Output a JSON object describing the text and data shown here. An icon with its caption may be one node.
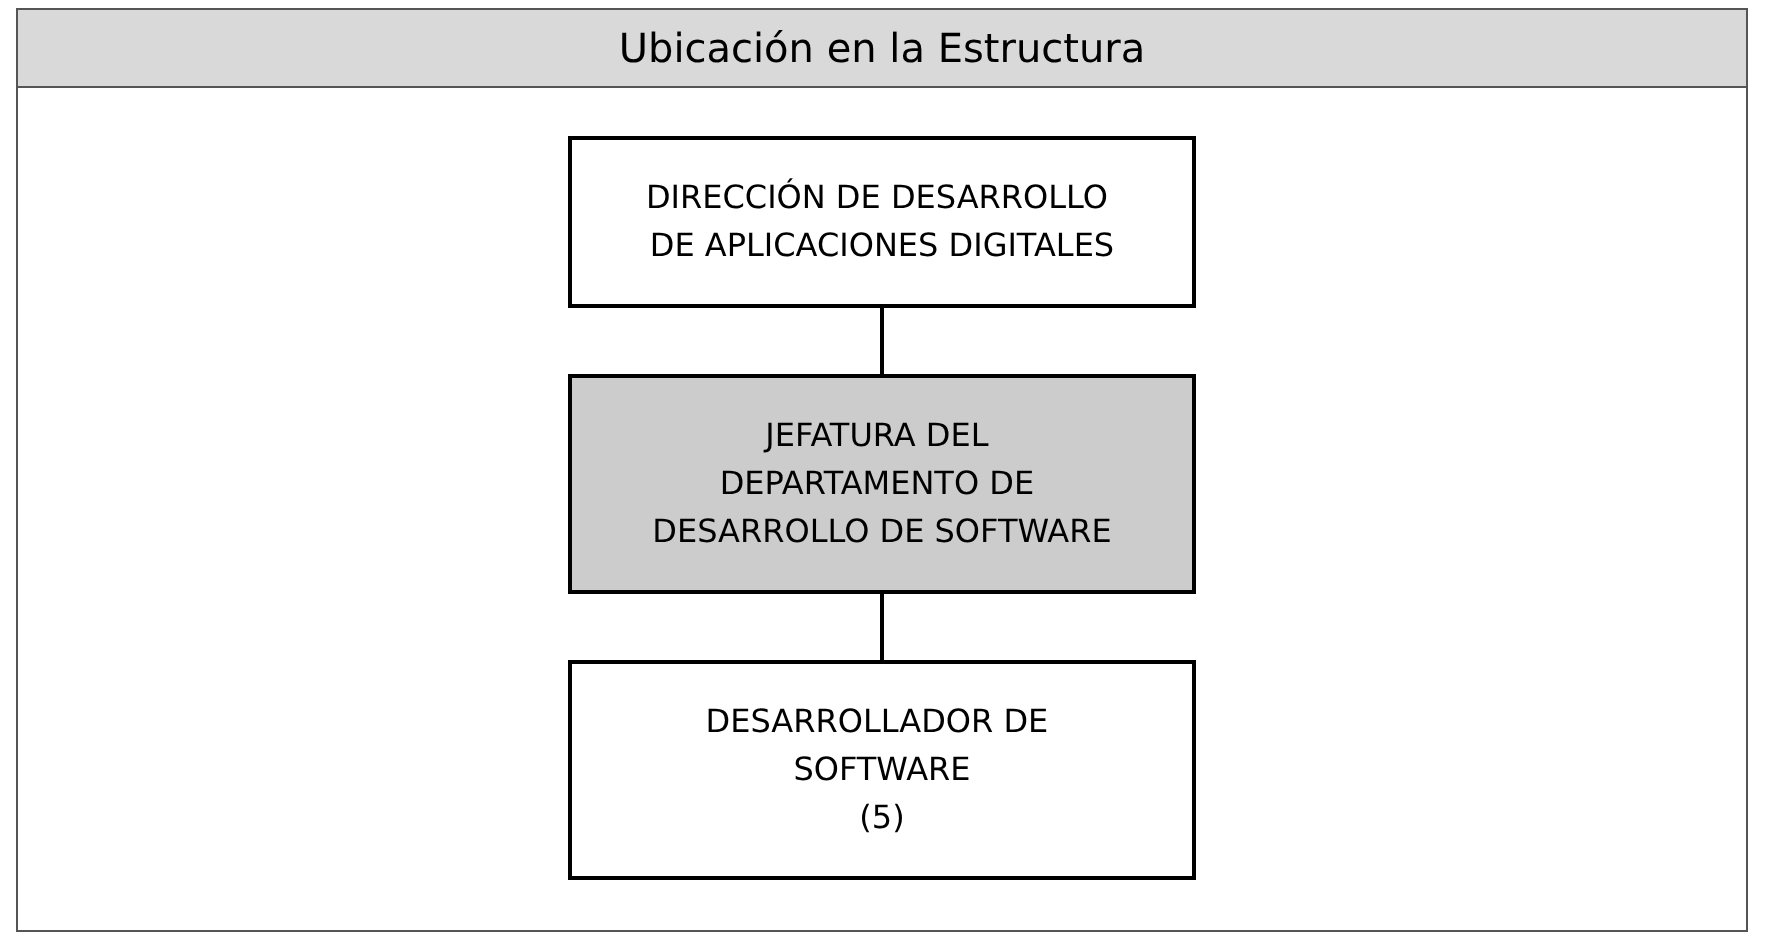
{
  "diagram": {
    "title": "Ubicación en la Estructura",
    "nodes": [
      {
        "text": [
          "DIRECCIÓN DE DESARROLLO DE APLICACIONES DIGITALES"
        ]
      },
      {
        "text": [
          "JEFATURA DEL DEPARTAMENTO DE DESARROLLO DE SOFTWARE"
        ]
      },
      {
        "text": [
          "DESARROLLADOR DE SOFTWARE",
          "(5)"
        ]
      }
    ],
    "edges": [
      {
        "from": 0,
        "to": 1,
        "arrow": "none"
      },
      {
        "from": 1,
        "to": 2,
        "arrow": "none"
      }
    ]
  }
}
